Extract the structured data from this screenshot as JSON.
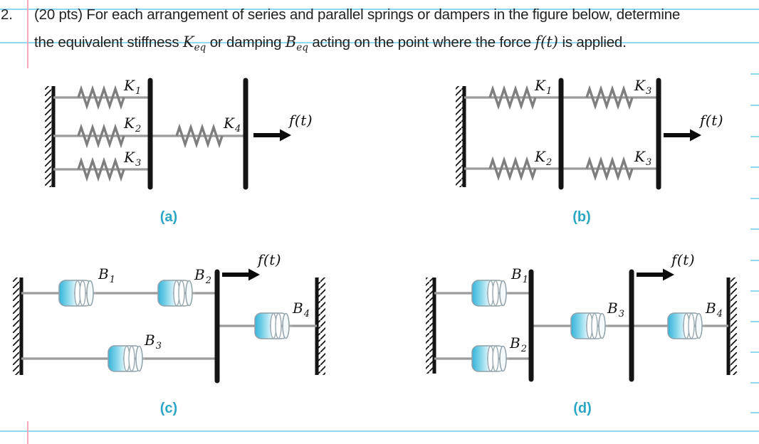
{
  "colors": {
    "ruled_line": "#8fd8ef",
    "margin_line": "#f7a8bc",
    "caption_accent": "#2aa6c6",
    "text_ink": "#222222",
    "damper_fill": "#3db8dd",
    "metal_gray": "#9b9b9b",
    "diagram_black": "#141414"
  },
  "problem": {
    "number": "2.",
    "line1": "(20 pts) For each arrangement of series and parallel springs or dampers in the figure below, determine",
    "line2": {
      "t1": "the equivalent stiffness ",
      "m1_base": "K",
      "m1_sub": "eq",
      "t2": " or damping ",
      "m2_base": "B",
      "m2_sub": "eq",
      "t3": " acting on the point where the force ",
      "m3": "f(t)",
      "t4": " is applied."
    }
  },
  "figures": {
    "a": {
      "caption": "(a)",
      "force_label": "f(t)",
      "springs": [
        {
          "base": "K",
          "sub": "1"
        },
        {
          "base": "K",
          "sub": "2"
        },
        {
          "base": "K",
          "sub": "3"
        },
        {
          "base": "K",
          "sub": "4"
        }
      ]
    },
    "b": {
      "caption": "(b)",
      "force_label": "f(t)",
      "springs": [
        {
          "base": "K",
          "sub": "1"
        },
        {
          "base": "K",
          "sub": "3"
        },
        {
          "base": "K",
          "sub": "2"
        },
        {
          "base": "K",
          "sub": "3"
        }
      ]
    },
    "c": {
      "caption": "(c)",
      "force_label": "f(t)",
      "dampers": [
        {
          "base": "B",
          "sub": "1"
        },
        {
          "base": "B",
          "sub": "2"
        },
        {
          "base": "B",
          "sub": "3"
        },
        {
          "base": "B",
          "sub": "4"
        }
      ]
    },
    "d": {
      "caption": "(d)",
      "force_label": "f(t)",
      "dampers": [
        {
          "base": "B",
          "sub": "1"
        },
        {
          "base": "B",
          "sub": "2"
        },
        {
          "base": "B",
          "sub": "3"
        },
        {
          "base": "B",
          "sub": "4"
        }
      ]
    }
  }
}
